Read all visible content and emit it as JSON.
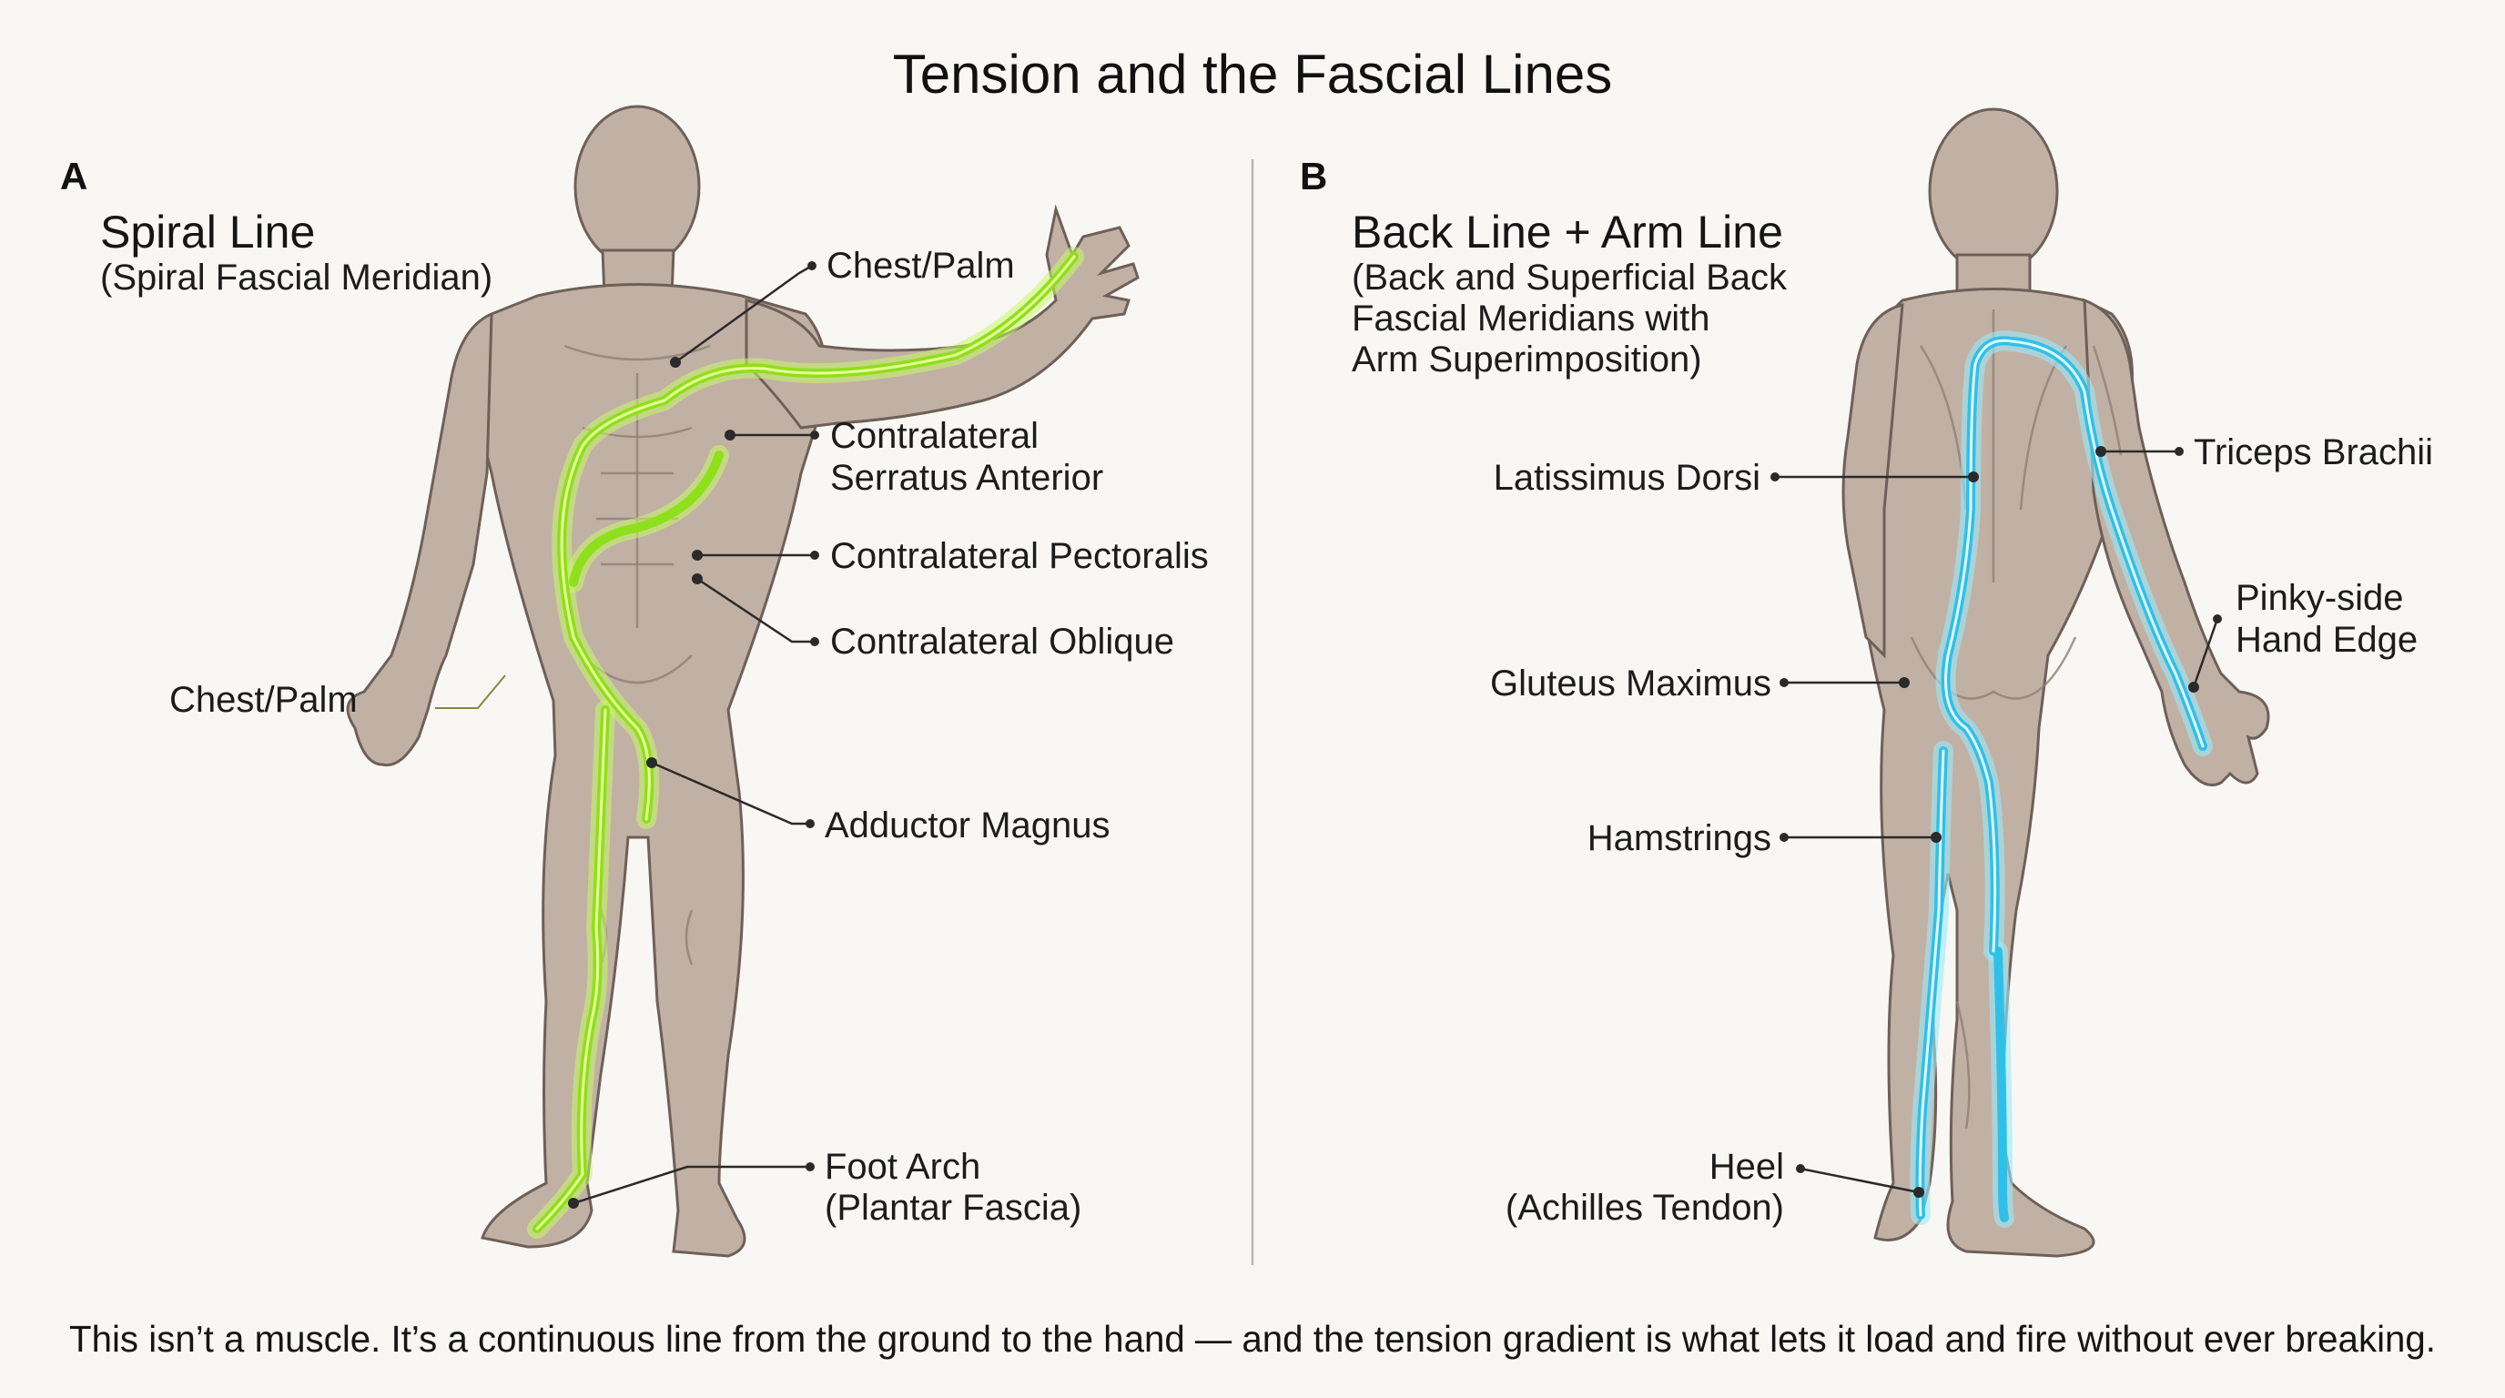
{
  "title": "Tension and the Fascial Lines",
  "panel_a": {
    "letter": "A",
    "heading": "Spiral Line",
    "subheading": "(Spiral Fascial Meridian)",
    "labels": {
      "chest_palm_top": "Chest/Palm",
      "chest_palm_left": "Chest/Palm",
      "serratus_line1": "Contralateral",
      "serratus_line2": "Serratus Anterior",
      "pectoralis": "Contralateral Pectoralis",
      "oblique": "Contralateral Oblique",
      "adductor": "Adductor Magnus",
      "foot_line1": "Foot Arch",
      "foot_line2": "(Plantar Fascia)"
    },
    "line_color": "#8ee01a"
  },
  "panel_b": {
    "letter": "B",
    "heading": "Back Line + Arm Line",
    "sub_line1": "(Back and Superficial Back",
    "sub_line2": "Fascial Meridians with",
    "sub_line3": "Arm Superimposition)",
    "labels": {
      "latissimus": "Latissimus Dorsi",
      "triceps": "Triceps Brachii",
      "pinky_line1": "Pinky-side",
      "pinky_line2": "Hand Edge",
      "gluteus": "Gluteus Maximus",
      "hamstrings": "Hamstrings",
      "heel_line1": "Heel",
      "heel_line2": "(Achilles Tendon)"
    },
    "line_color": "#2fc0ea"
  },
  "caption": "This isn’t a muscle. It’s a continuous line from the ground to the hand — and the tension gradient is what lets it load and fire without ever breaking.",
  "colors": {
    "background": "#f8f7f3",
    "skin": "#c1b1a4",
    "outline": "#6e6058"
  }
}
